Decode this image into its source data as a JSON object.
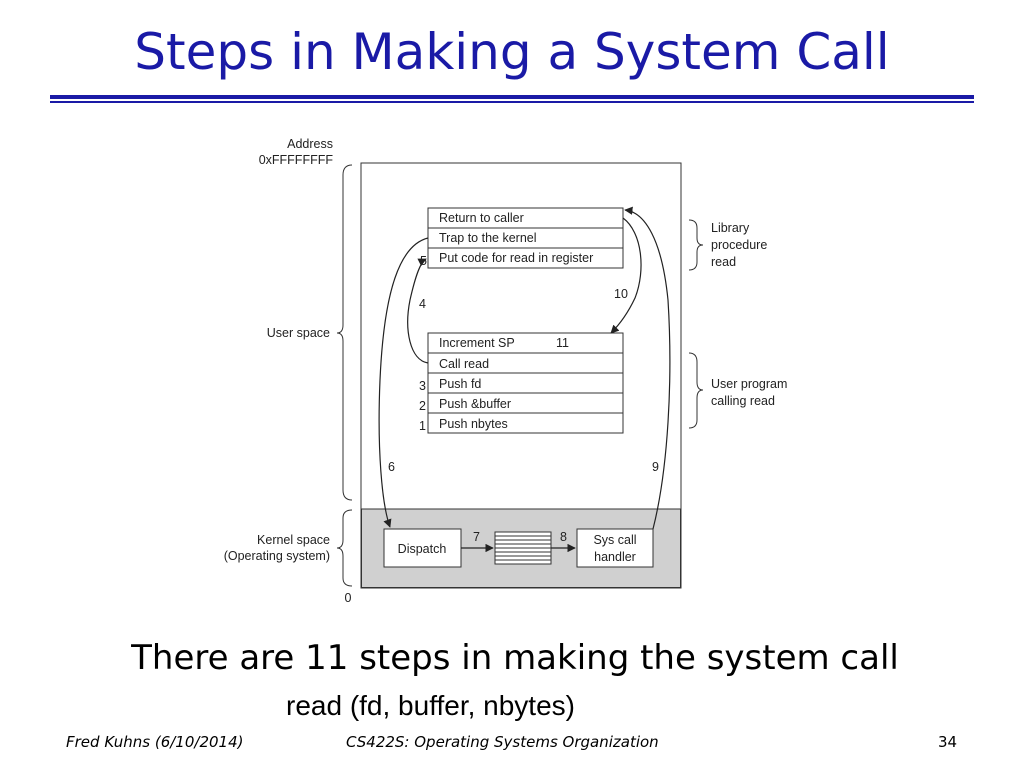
{
  "slide": {
    "title": "Steps in Making a System Call",
    "caption_line1": "There are 11 steps in making the system call",
    "caption_line2": "read (fd, buffer, nbytes)"
  },
  "footer": {
    "author": "Fred Kuhns (6/10/2014)",
    "course": "CS422S: Operating Systems Organization",
    "page": "34"
  },
  "diagram": {
    "address_label": "Address",
    "address_high": "0xFFFFFFFF",
    "address_low": "0",
    "user_space_label": "User space",
    "kernel_space_label_1": "Kernel space",
    "kernel_space_label_2": "(Operating system)",
    "library_boxes": [
      "Return to caller",
      "Trap to the kernel",
      "Put code for read in register"
    ],
    "program_boxes": [
      "Increment SP",
      "Call read",
      "Push fd",
      "Push &buffer",
      "Push nbytes"
    ],
    "library_brace_label": [
      "Library",
      "procedure",
      "read"
    ],
    "program_brace_label": [
      "User program",
      "calling read"
    ],
    "dispatch_label": "Dispatch",
    "handler_label": [
      "Sys call",
      "handler"
    ],
    "steps": {
      "s1": "1",
      "s2": "2",
      "s3": "3",
      "s4": "4",
      "s5": "5",
      "s6": "6",
      "s7": "7",
      "s8": "8",
      "s9": "9",
      "s10": "10",
      "s11": "11"
    }
  }
}
